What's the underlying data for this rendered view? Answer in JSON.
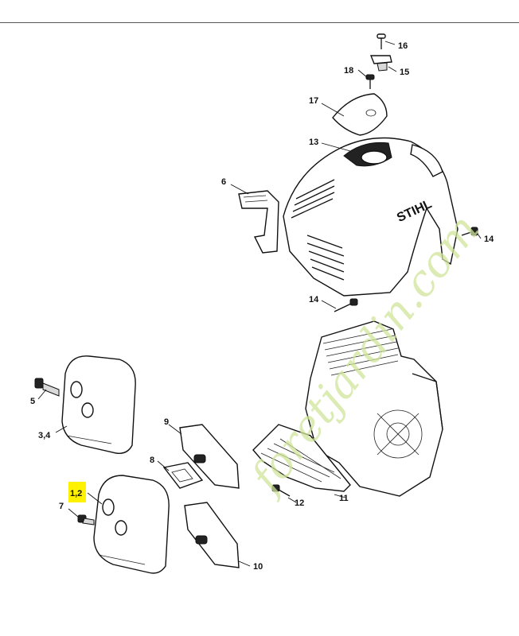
{
  "callouts": [
    {
      "id": "16",
      "label": "16"
    },
    {
      "id": "15",
      "label": "15"
    },
    {
      "id": "18",
      "label": "18"
    },
    {
      "id": "17",
      "label": "17"
    },
    {
      "id": "13",
      "label": "13"
    },
    {
      "id": "6",
      "label": "6"
    },
    {
      "id": "14a",
      "label": "14"
    },
    {
      "id": "14b",
      "label": "14"
    },
    {
      "id": "5",
      "label": "5"
    },
    {
      "id": "34",
      "label": "3,4"
    },
    {
      "id": "9",
      "label": "9"
    },
    {
      "id": "8",
      "label": "8"
    },
    {
      "id": "12",
      "label": "12"
    },
    {
      "id": "11",
      "label": "11"
    },
    {
      "id": "12b",
      "label": "1,2"
    },
    {
      "id": "7",
      "label": "7"
    },
    {
      "id": "10",
      "label": "10"
    }
  ],
  "brand_mark": "STIHL",
  "watermark": "foretjardin.com",
  "colors": {
    "highlight": "#fff200",
    "watermark": "#cfe59a",
    "ink": "#111111"
  }
}
